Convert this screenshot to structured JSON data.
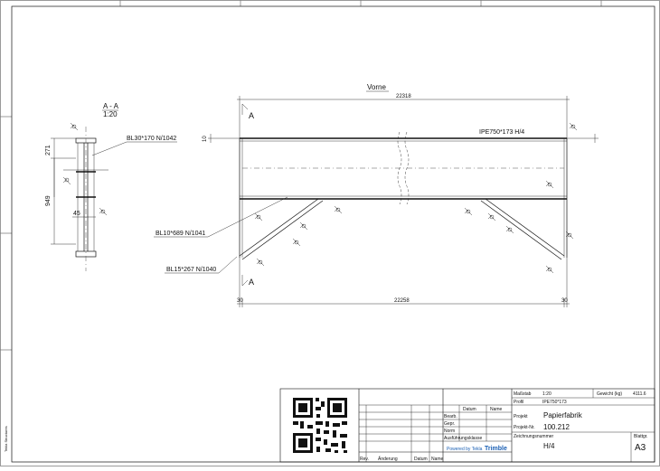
{
  "drawing": {
    "view_title": "Vorne",
    "section_label": "A - A",
    "section_scale": "1:20",
    "section_marker": "A",
    "dim_overall_top": "22318",
    "dim_overall_bottom": "22258",
    "dim_left_end": "30",
    "dim_right_end": "30",
    "dim_height_left": "10",
    "profile_label": "IPE750*173 H/4",
    "plate_label_1": "BL30*170 N/1042",
    "plate_label_2": "BL10*689 N/1041",
    "plate_label_3": "BL15*267 N/1040",
    "section_dim_1": "271",
    "section_dim_2": "949",
    "section_dim_3": "45"
  },
  "title_block": {
    "headers": {
      "datum": "Datum",
      "name": "Name",
      "bearb": "Bearb.",
      "gepr": "Gepr.",
      "norm": "Norm",
      "ausfuehrungsklasse": "Ausführungsklasse",
      "rev": "Rev.",
      "aenderung": "Änderung",
      "datum2": "Datum",
      "name2": "Name"
    },
    "massstab_label": "Maßstab",
    "massstab_value": "1:20",
    "gewicht_label": "Gewicht (kg)",
    "gewicht_value": "4111.6",
    "profil_label": "Profil",
    "profil_value": "IPE750*173",
    "projekt_label": "Projekt",
    "projekt_value": "Papierfabrik",
    "projekt_nr_label": "Projekt-Nr.",
    "projekt_nr_value": "100.212",
    "zeichnungsnummer_label": "Zeichnungsnummer",
    "zeichnungsnummer_value": "H/4",
    "blattgr_label": "Blattgr.",
    "blattgr_value": "A3",
    "powered_by": "Powered by Tekla",
    "brand": "Trimble"
  },
  "side_text": "Tekla Structures"
}
